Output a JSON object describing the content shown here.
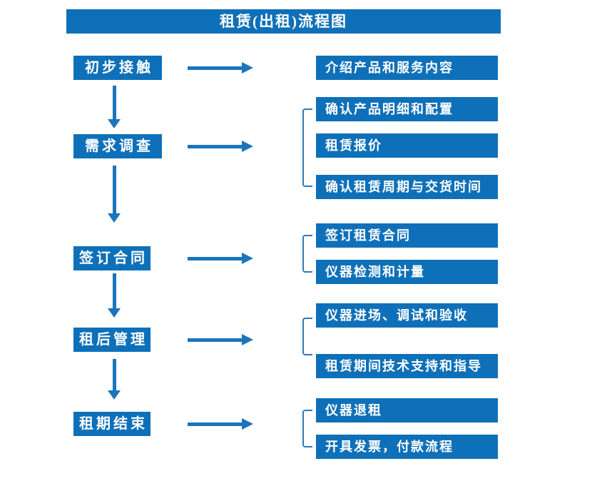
{
  "title": "租赁(出租)流程图",
  "colors": {
    "box_fill": "#0e70b8",
    "arrow": "#1b75bc",
    "bracket": "#2a79be",
    "text": "#ffffff",
    "background": "#ffffff"
  },
  "stages": [
    {
      "label": "初步接触",
      "outputs": [
        "介绍产品和服务内容"
      ]
    },
    {
      "label": "需求调查",
      "outputs": [
        "确认产品明细和配置",
        "租赁报价",
        "确认租赁周期与交货时间"
      ]
    },
    {
      "label": "签订合同",
      "outputs": [
        "签订租赁合同",
        "仪器检测和计量"
      ]
    },
    {
      "label": "租后管理",
      "outputs": [
        "仪器进场、调试和验收",
        "租赁期间技术支持和指导"
      ]
    },
    {
      "label": "租期结束",
      "outputs": [
        "仪器退租",
        "开具发票，付款流程"
      ]
    }
  ]
}
